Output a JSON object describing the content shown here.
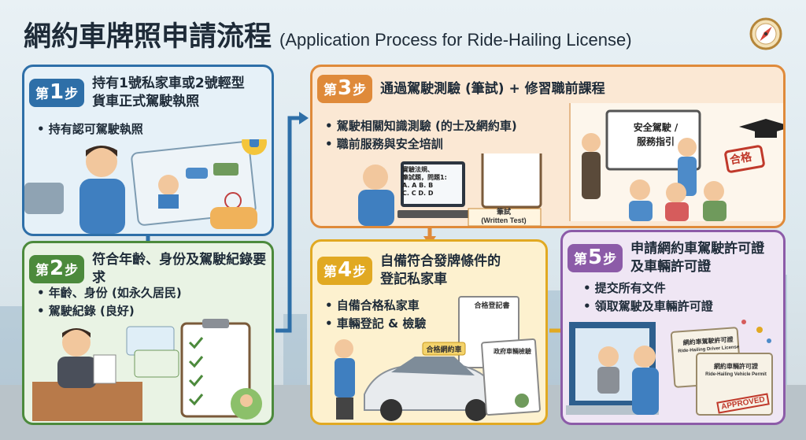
{
  "title": {
    "zh": "網約車牌照申請流程",
    "en": "(Application Process for Ride-Hailing License)"
  },
  "step_prefix": "第",
  "step_suffix": "步",
  "steps": [
    {
      "number": "1",
      "title_lines": [
        "持有1號私家車或2號輕型",
        "貨車正式駕駛執照"
      ],
      "bullets": [
        "• 持有認可駕駛執照"
      ]
    },
    {
      "number": "2",
      "title_lines": [
        "符合年齡、身份及駕駛紀錄要求"
      ],
      "bullets": [
        "• 年齡、身份 (如永久居民)",
        "• 駕駛紀錄 (良好)"
      ]
    },
    {
      "number": "3",
      "title_lines": [
        "通過駕駛測驗 (筆試) + 修習職前課程"
      ],
      "bullets": [
        "• 駕駛相關知識測驗 (的士及網約車)",
        "• 職前服務與安全培訓"
      ]
    },
    {
      "number": "4",
      "title_lines": [
        "自備符合發牌條件的",
        "登記私家車"
      ],
      "bullets": [
        "• 自備合格私家車",
        "• 車輛登記 & 檢驗"
      ]
    },
    {
      "number": "5",
      "title_lines": [
        "申請網約車駕駛許可證",
        "及車輛許可證"
      ],
      "bullets": [
        "• 提交所有文件",
        "• 領取駕駛及車輛許可證"
      ]
    }
  ],
  "labels": {
    "exam_screen": [
      "實驗法規、",
      "筆試題，問題1:",
      "A. A      B. B",
      "C. C      D. D"
    ],
    "written_test_zh": "筆試",
    "written_test_en": "(Written Test)",
    "board_lines": [
      "安全駕駛 /",
      "服務指引"
    ],
    "pass_stamp": "合格",
    "qualified_car": "合格網約車",
    "reg_doc": "合格登記書",
    "inspect_doc": "政府車輛檢驗",
    "permit_1_title": "網約車駕駛許可證",
    "permit_1_sub": "Ride-Hailing Driver License",
    "permit_2_title": "網約車輛許可證",
    "permit_2_sub": "Ride-Hailing Vehicle Permit",
    "approved": "APPROVED"
  },
  "colors": {
    "step1": "#2e6fa8",
    "step2": "#4c8a3c",
    "step3": "#df8a3a",
    "step4": "#e1a922",
    "step5": "#8c5ba8"
  }
}
